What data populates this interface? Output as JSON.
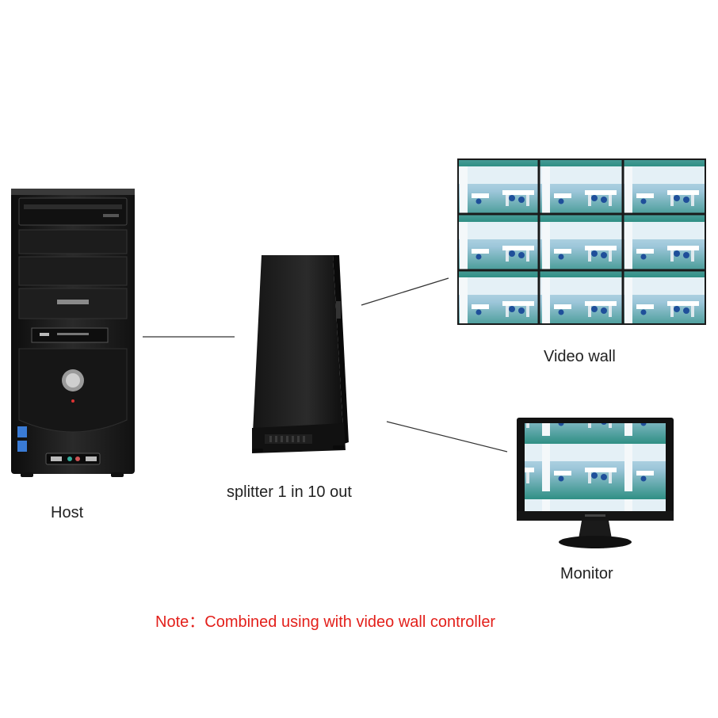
{
  "labels": {
    "host": "Host",
    "splitter": "splitter 1 in 10 out",
    "video_wall": "Video wall",
    "monitor": "Monitor"
  },
  "note": {
    "prefix": "Note：",
    "text": "Combined using with video wall controller"
  },
  "colors": {
    "note": "#e3201b",
    "label": "#222222",
    "device_dark": "#1a1a1a",
    "connector_line": "#333333"
  },
  "icons": {
    "host": "desktop-tower-pc-icon",
    "splitter": "video-splitter-box-icon",
    "video_wall": "video-wall-3x3-icon",
    "monitor": "lcd-monitor-icon"
  }
}
